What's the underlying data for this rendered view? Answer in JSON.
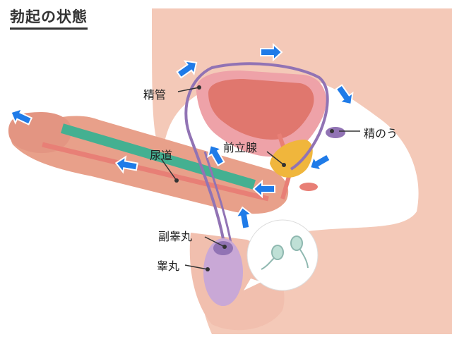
{
  "title": "勃起の状態",
  "labels": {
    "seminal_duct": "精管",
    "urethra": "尿道",
    "prostate": "前立腺",
    "seminal_vesicle": "精のう",
    "epididymis": "副睾丸",
    "testis": "睾丸"
  },
  "colors": {
    "skin": "#f4c9b8",
    "skin_dark": "#e9a890",
    "penis": "#e8a08a",
    "bladder_outer": "#eea2a8",
    "bladder_inner": "#e0776e",
    "urethra_green": "#44b091",
    "duct_purple": "#9173b4",
    "testis": "#c9a8d6",
    "prostate": "#f0b63c",
    "arrow_blue": "#1f7be8"
  }
}
